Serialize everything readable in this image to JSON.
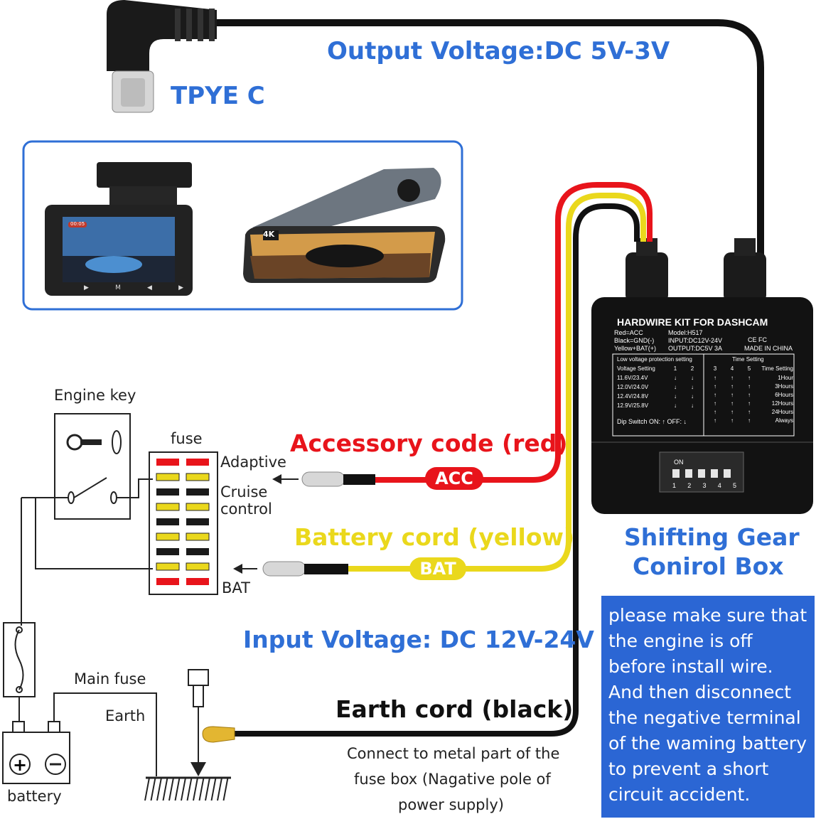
{
  "labels": {
    "output_voltage": "Output Voltage:DC 5V-3V",
    "type_c": "TPYE C",
    "engine_key": "Engine key",
    "fuse": "fuse",
    "adaptive": "Adaptive",
    "cruise_control_1": "Cruise",
    "cruise_control_2": "control",
    "bat_fuse": "BAT",
    "accessory_code": "Accessory code (red)",
    "acc_tag": "ACC",
    "battery_cord": "Battery cord (yellow)",
    "bat_tag": "BAT",
    "input_voltage": "Input Voltage: DC 12V-24V",
    "earth_cord": "Earth cord (black)",
    "connect_note_1": "Connect to metal part of the",
    "connect_note_2": "fuse box (Nagative pole of",
    "connect_note_3": "power supply)",
    "main_fuse": "Main fuse",
    "earth": "Earth",
    "battery": "battery",
    "box_title_1": "Shifting Gear",
    "box_title_2": "Conirol Box"
  },
  "control_box": {
    "title": "HARDWIRE KIT FOR DASHCAM",
    "left_specs": [
      "Red=ACC",
      "Black=GND(-)",
      "Yellow+BAT(+)"
    ],
    "right_specs": [
      "Model:H517",
      "INPUT:DC12V-24V",
      "OUTPUT:DC5V  3A"
    ],
    "cert": "CE FC",
    "made_in": "MADE IN CHINA",
    "low_voltage_header": "Low voltage protection setting",
    "voltage_setting_header": "Voltage Setting",
    "voltage_cols": [
      "1",
      "2"
    ],
    "voltage_rows": [
      "11.6V/23.4V",
      "12.0V/24.0V",
      "12.4V/24.8V",
      "12.9V/25.8V"
    ],
    "time_header": "Time Setting",
    "time_cols": [
      "3",
      "4",
      "5"
    ],
    "time_setting_header": "Time Setting",
    "time_rows": [
      "1Hour",
      "3Hours",
      "6Hours",
      "12Hours",
      "24Hours",
      "Always"
    ],
    "dip_note": "Dip Switch ON: ↑   OFF: ↓",
    "switch_on": "ON",
    "switch_nums": [
      "1",
      "2",
      "3",
      "4",
      "5"
    ]
  },
  "dashcam_screen": {
    "time": "00:05",
    "bottom_labels": [
      "▶",
      "M",
      "◀",
      "▶"
    ]
  },
  "mirror_badge": "4K",
  "warning": {
    "para1": "please make sure that the engine is off before install wire.",
    "para2": "And then disconnect the negative terminal of the waming battery to prevent a short circuit accident."
  },
  "colors": {
    "blue": "#2f6fd6",
    "red_wire": "#e8141b",
    "yellow_wire": "#ead81c",
    "black_wire": "#111111",
    "note_bg": "#2b66d4"
  }
}
